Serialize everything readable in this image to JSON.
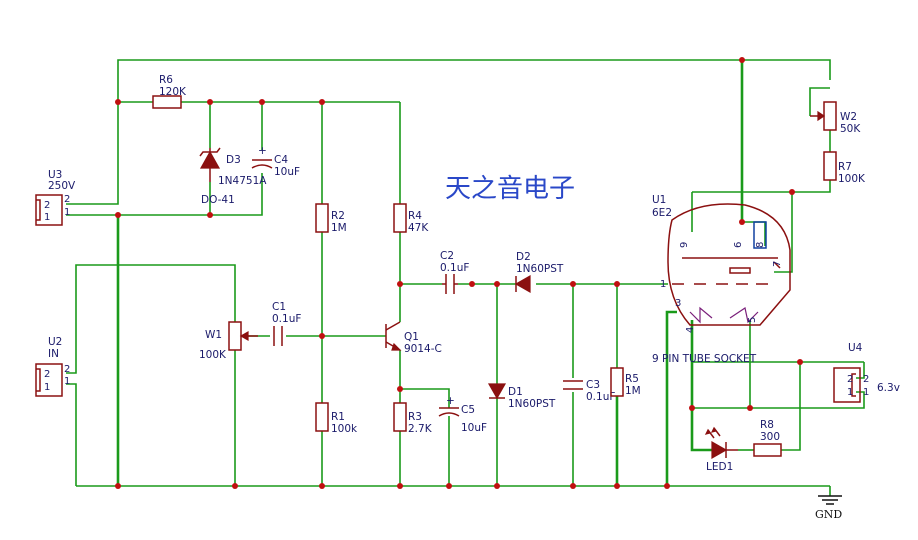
{
  "watermark": "天之音电子",
  "components": {
    "R6": {
      "ref": "R6",
      "value": "120K"
    },
    "D3": {
      "ref": "D3",
      "value": "1N4751A",
      "package": "DO-41"
    },
    "C4": {
      "ref": "C4",
      "value": "10uF"
    },
    "U3": {
      "ref": "U3",
      "value": "250V"
    },
    "R2": {
      "ref": "R2",
      "value": "1M"
    },
    "R4": {
      "ref": "R4",
      "value": "47K"
    },
    "C2": {
      "ref": "C2",
      "value": "0.1uF"
    },
    "D2": {
      "ref": "D2",
      "value": "1N60PST"
    },
    "U1": {
      "ref": "U1",
      "value": "6E2",
      "socket": "9 PIN TUBE SOCKET"
    },
    "W2": {
      "ref": "W2",
      "value": "50K"
    },
    "R7": {
      "ref": "R7",
      "value": "100K"
    },
    "U2": {
      "ref": "U2",
      "value": "IN"
    },
    "W1": {
      "ref": "W1",
      "value": "100K"
    },
    "C1": {
      "ref": "C1",
      "value": "0.1uF"
    },
    "Q1": {
      "ref": "Q1",
      "value": "9014-C"
    },
    "D1": {
      "ref": "D1",
      "value": "1N60PST"
    },
    "C3": {
      "ref": "C3",
      "value": "0.1uF"
    },
    "R5": {
      "ref": "R5",
      "value": "1M"
    },
    "U4": {
      "ref": "U4",
      "value": "6.3v"
    },
    "R1": {
      "ref": "R1",
      "value": "100k"
    },
    "R3": {
      "ref": "R3",
      "value": "2.7K"
    },
    "C5": {
      "ref": "C5",
      "value": "10uF"
    },
    "R8": {
      "ref": "R8",
      "value": "300"
    },
    "LED1": {
      "ref": "LED1"
    }
  },
  "pins": {
    "p1": "1",
    "p2": "2",
    "p3": "3",
    "p4": "4",
    "p5": "5",
    "p6": "6",
    "p7": "7",
    "p8": "8",
    "p9": "9"
  },
  "ground": "GND",
  "colors": {
    "wire": "#1a9a1a",
    "component": "#8b1010",
    "node": "#c01010",
    "text": "#1a1a6a",
    "watermark": "#2a48c8"
  }
}
